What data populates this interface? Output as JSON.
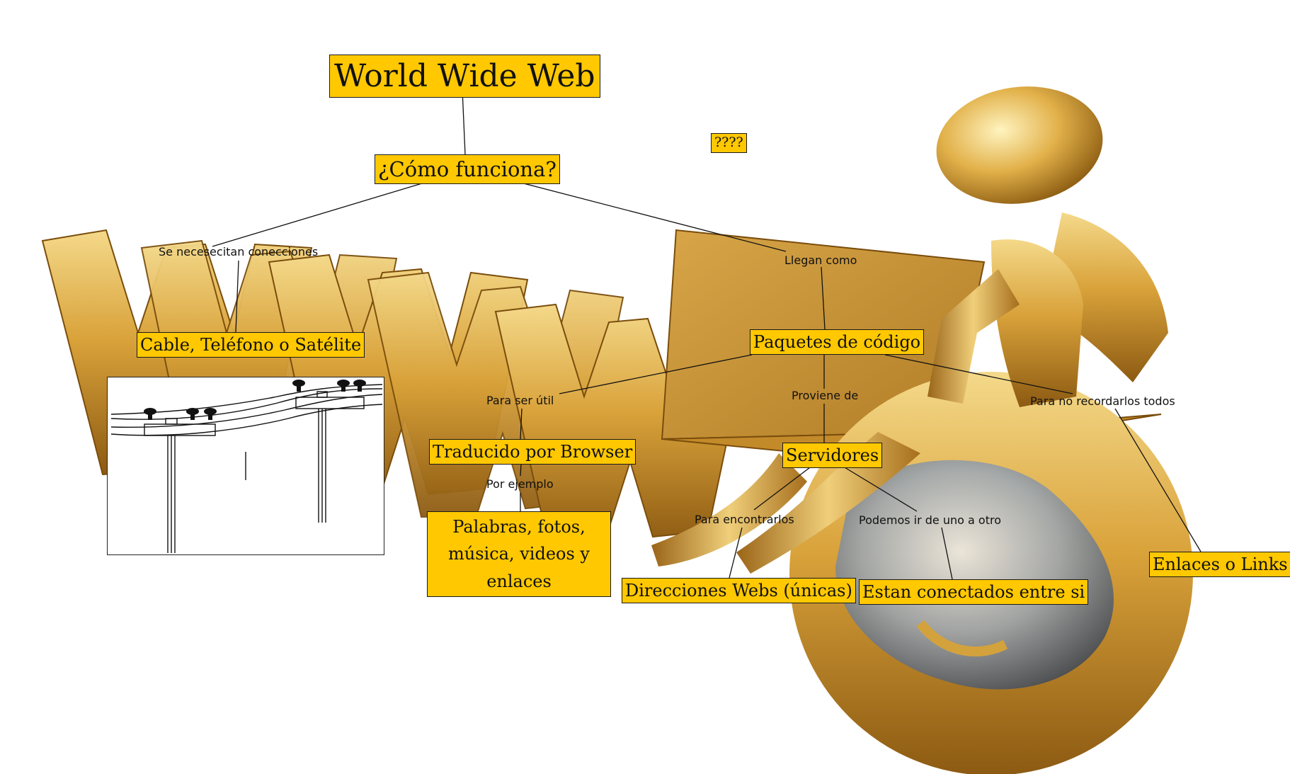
{
  "title": "World Wide Web",
  "nodes": {
    "como_funciona": "¿Cómo funciona?",
    "question_marks": "????",
    "cable": "Cable, Teléfono o Satélite",
    "paquetes": "Paquetes de código",
    "traducido": "Traducido por Browser",
    "servidores": "Servidores",
    "palabras": "Palabras, fotos, música, videos y enlaces",
    "direcciones": "Direcciones Webs (únicas)",
    "estan": "Estan conectados entre si",
    "enlaces": "Enlaces o Links"
  },
  "link_labels": {
    "se_necesecitan": "Se necesecitan conecciones",
    "llegan_como": "Llegan como",
    "para_ser_util": "Para ser útil",
    "proviene_de": "Proviene de",
    "para_no_recordarlos": "Para no recordarlos todos",
    "por_ejemplo": "Por ejemplo",
    "para_encontrarlos": "Para encontrarlos",
    "podemos_ir": "Podemos ir de uno a otro"
  },
  "colors": {
    "node_fill": "#ffc800",
    "gold_dark": "#8a5a0a",
    "gold_mid": "#c8901e",
    "gold_light": "#f2d27a",
    "globe_blue": "#6f7f95"
  }
}
